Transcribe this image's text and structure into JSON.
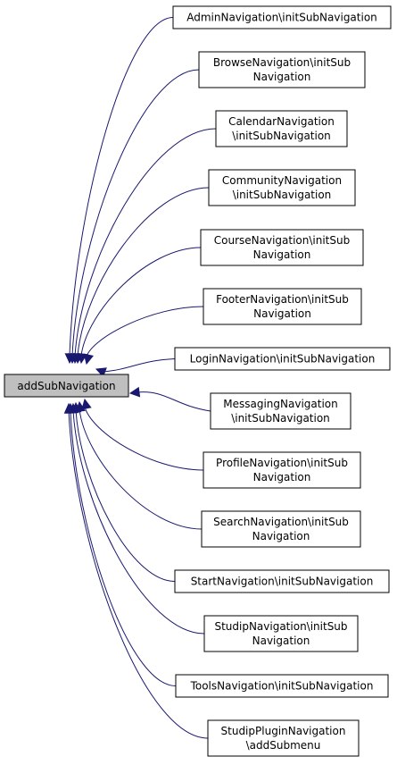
{
  "graph": {
    "root": {
      "id": "root",
      "label": "addSubNavigation",
      "highlight": "#bfbfbf"
    },
    "edge_color": "#191970",
    "callers": [
      {
        "id": "admin",
        "lines": [
          "AdminNavigation\\initSubNavigation"
        ]
      },
      {
        "id": "browse",
        "lines": [
          "BrowseNavigation\\initSub",
          "Navigation"
        ]
      },
      {
        "id": "calendar",
        "lines": [
          "CalendarNavigation",
          "\\initSubNavigation"
        ]
      },
      {
        "id": "community",
        "lines": [
          "CommunityNavigation",
          "\\initSubNavigation"
        ]
      },
      {
        "id": "course",
        "lines": [
          "CourseNavigation\\initSub",
          "Navigation"
        ]
      },
      {
        "id": "footer",
        "lines": [
          "FooterNavigation\\initSub",
          "Navigation"
        ]
      },
      {
        "id": "login",
        "lines": [
          "LoginNavigation\\initSubNavigation"
        ]
      },
      {
        "id": "messaging",
        "lines": [
          "MessagingNavigation",
          "\\initSubNavigation"
        ]
      },
      {
        "id": "profile",
        "lines": [
          "ProfileNavigation\\initSub",
          "Navigation"
        ]
      },
      {
        "id": "search",
        "lines": [
          "SearchNavigation\\initSub",
          "Navigation"
        ]
      },
      {
        "id": "start",
        "lines": [
          "StartNavigation\\initSubNavigation"
        ]
      },
      {
        "id": "studip",
        "lines": [
          "StudipNavigation\\initSub",
          "Navigation"
        ]
      },
      {
        "id": "tools",
        "lines": [
          "ToolsNavigation\\initSubNavigation"
        ]
      },
      {
        "id": "studipplugin",
        "lines": [
          "StudipPluginNavigation",
          "\\addSubmenu"
        ]
      }
    ]
  }
}
